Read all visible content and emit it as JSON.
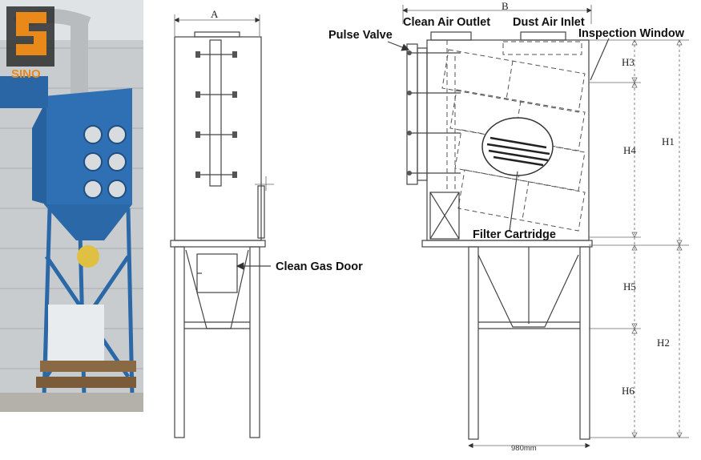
{
  "logo": {
    "text": "SINO"
  },
  "front_view": {
    "dimension_a": "A",
    "clean_gas_door_label": "Clean Gas Door"
  },
  "side_view": {
    "dimension_b": "B",
    "clean_air_outlet_label": "Clean Air Outlet",
    "dust_air_inlet_label": "Dust Air Inlet",
    "pulse_valve_label": "Pulse Valve",
    "inspection_window_label": "Inspection Window",
    "filter_cartridge_label": "Filter Cartridge",
    "dim_h1": "H1",
    "dim_h2": "H2",
    "dim_h3": "H3",
    "dim_h4": "H4",
    "dim_h5": "H5",
    "dim_h6": "H6",
    "base_width": "980mm"
  },
  "colors": {
    "collector_blue": "#2f6fb3",
    "building_gray": "#9a9d9f",
    "logo_orange": "#e8891a",
    "line": "#444444"
  }
}
